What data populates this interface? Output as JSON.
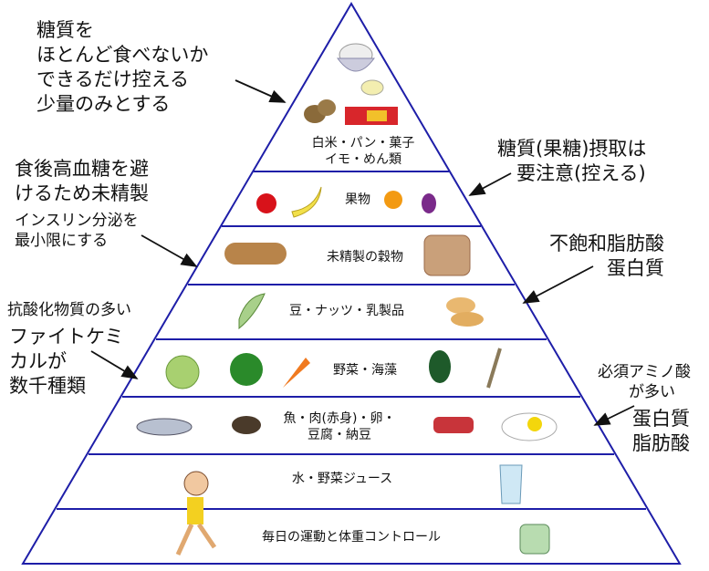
{
  "title": "食事ピラミッド",
  "levels": [
    {
      "label": "白米・パン・菓子\nイモ・めん類"
    },
    {
      "label": "果物"
    },
    {
      "label": "未精製の穀物"
    },
    {
      "label": "豆・ナッツ・乳製品"
    },
    {
      "label": "野菜・海藻"
    },
    {
      "label": "魚・肉(赤身)・卵・\n豆腐・納豆"
    },
    {
      "label": "水・野菜ジュース"
    },
    {
      "label": "毎日の運動と体重コントロール"
    }
  ],
  "notes": {
    "sugar": "糖質を\nほとんど食べないか\nできるだけ控える\n少量のみとする",
    "grain_a": "食後高血糖を避\nけるため未精製",
    "grain_b": "インスリン分泌を\n最小限にする",
    "veg_a": "抗酸化物質の多い",
    "veg_b": "ファイトケミ\nカルが\n数千種類",
    "fruit": "糖質(果糖)摂取は\n　要注意(控える)",
    "nuts": "不飽和脂肪酸\n　　　蛋白質",
    "protein_a": "必須アミノ酸\n　　が多い",
    "protein_b": "蛋白質\n脂肪酸"
  },
  "colors": {
    "pyramid_line": "#1e1ea8",
    "arrow": "#111111"
  }
}
